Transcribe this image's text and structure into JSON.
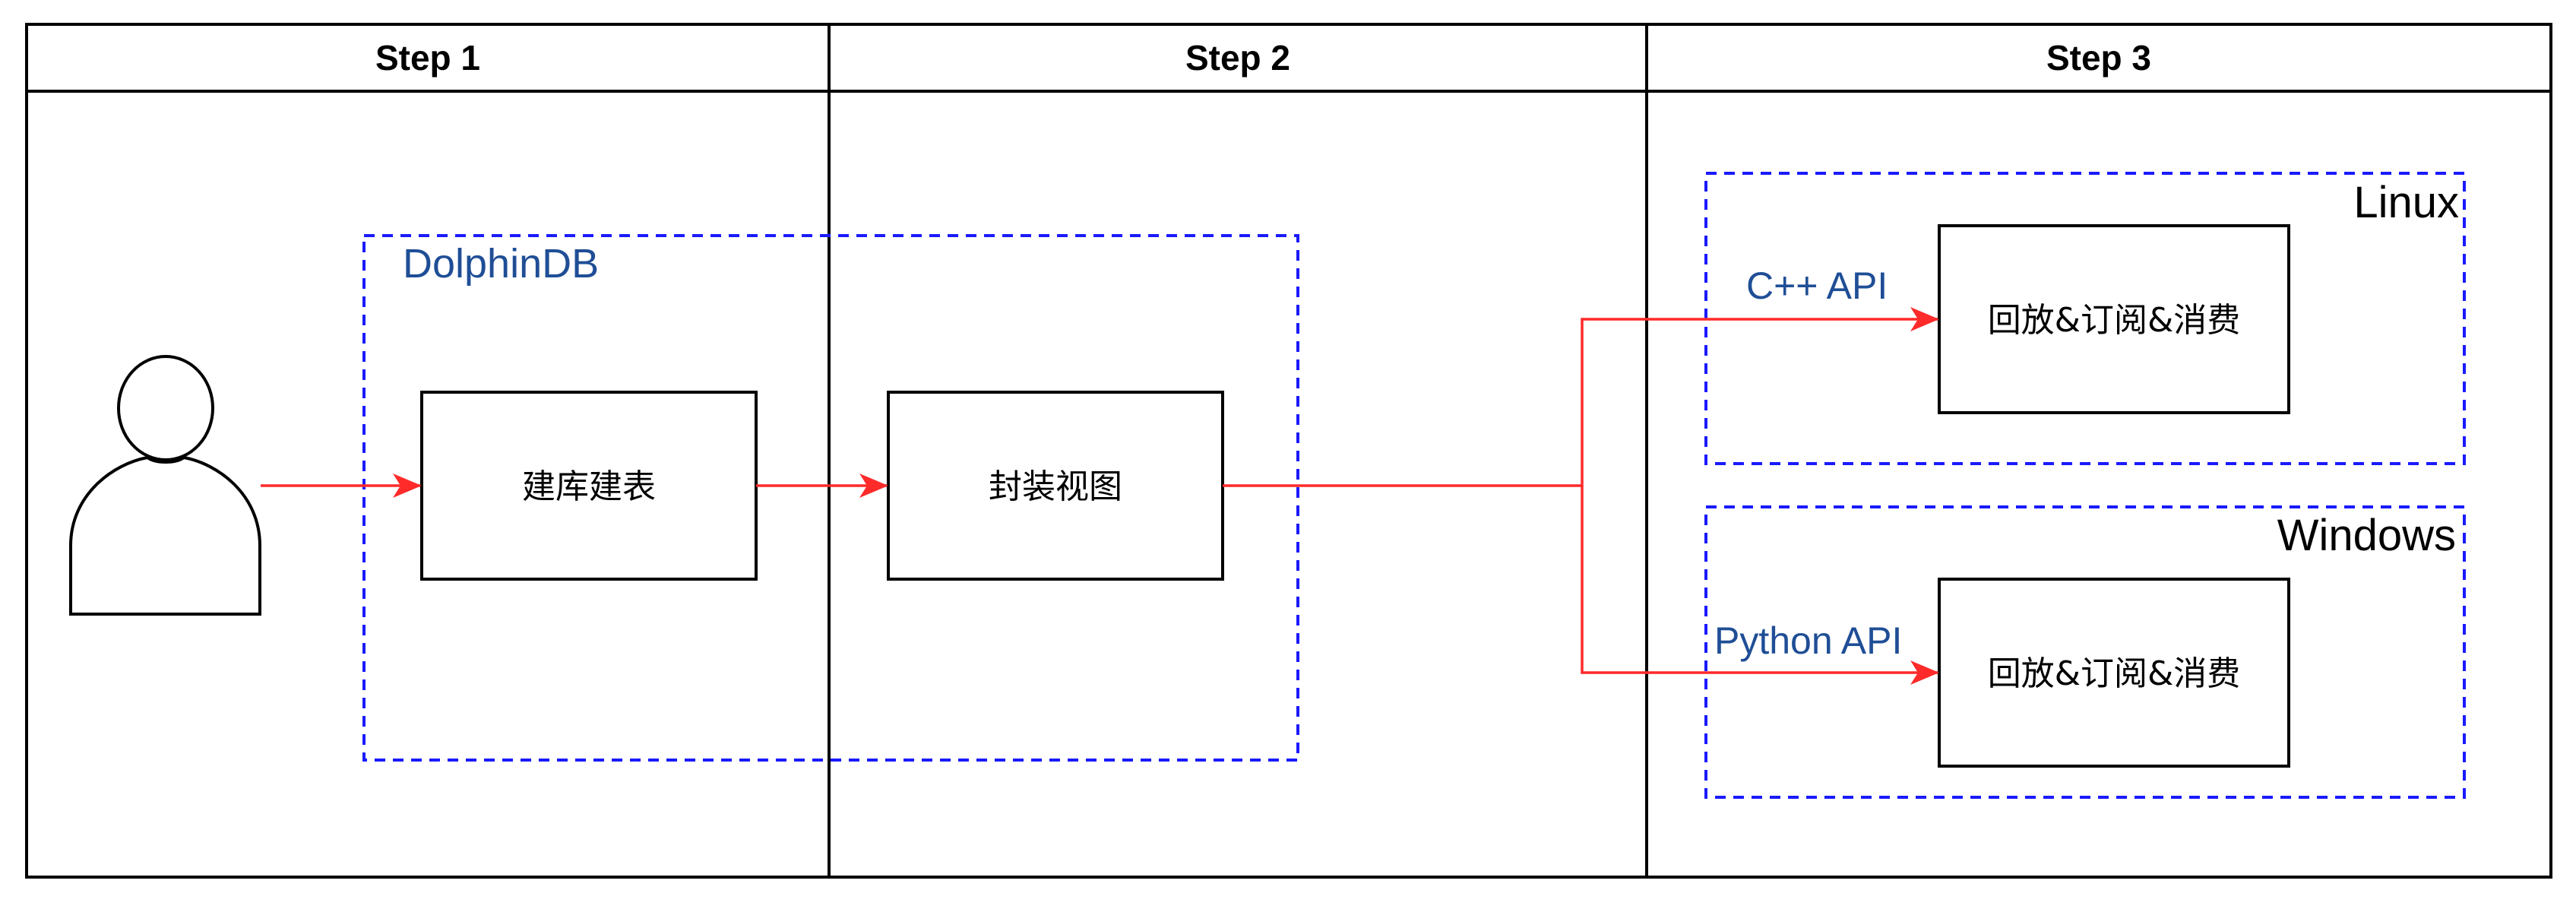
{
  "steps": {
    "step1": "Step 1",
    "step2": "Step 2",
    "step3": "Step 3"
  },
  "groups": {
    "dolphindb": "DolphinDB",
    "linux": "Linux",
    "windows": "Windows"
  },
  "nodes": {
    "create": "建库建表",
    "view": "封装视图",
    "consume_linux": "回放&订阅&消费",
    "consume_windows": "回放&订阅&消费"
  },
  "edges": {
    "cpp_api": "C++ API",
    "python_api": "Python API"
  },
  "colors": {
    "arrow": "#ff2a2a",
    "dashed_group": "#1a1aff",
    "label_blue": "#1f4e96",
    "line": "#000000"
  }
}
